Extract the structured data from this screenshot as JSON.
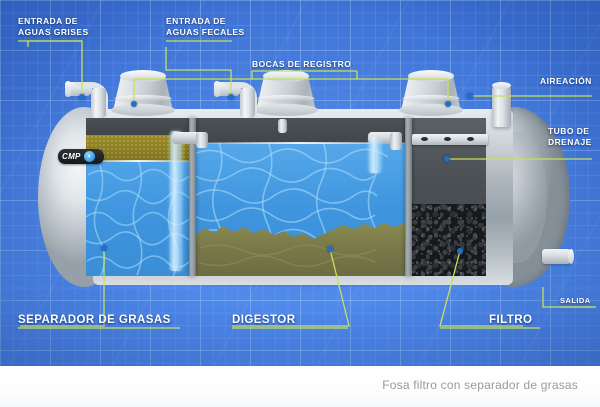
{
  "diagram": {
    "caption": "Fosa filtro con separador de grasas",
    "brand": {
      "name": "CMP",
      "mark": "bubble-icon"
    },
    "accent_line_color": "#c8e05a",
    "dot_color": "#1f6fd0",
    "background_color": "#3f75d8",
    "label_color": "#ffffff",
    "caption_color": "#9a9a9a"
  },
  "callouts": {
    "greywater_inlet": "ENTRADA DE\nAGUAS GRISES",
    "blackwater_inlet": "ENTRADA DE\nAGUAS FECALES",
    "manholes": "BOCAS DE REGISTRO",
    "aeration": "AIREACIÓN",
    "drain_pipe": "TUBO DE\nDRENAJE",
    "outlet": "SALIDA"
  },
  "chambers": [
    {
      "id": "separador",
      "label": "SEPARADOR DE GRASAS",
      "contents": [
        "grease-layer",
        "water"
      ]
    },
    {
      "id": "digestor",
      "label": "DIGESTOR",
      "contents": [
        "water",
        "sludge"
      ]
    },
    {
      "id": "filtro",
      "label": "FILTRO",
      "contents": [
        "gravel-media",
        "drain-pipe"
      ]
    }
  ],
  "components": {
    "manhole_count": 3,
    "inlet_pipe_count": 2,
    "aeration_stack": "vent-stack",
    "outlet_stub": "outlet-pipe"
  }
}
